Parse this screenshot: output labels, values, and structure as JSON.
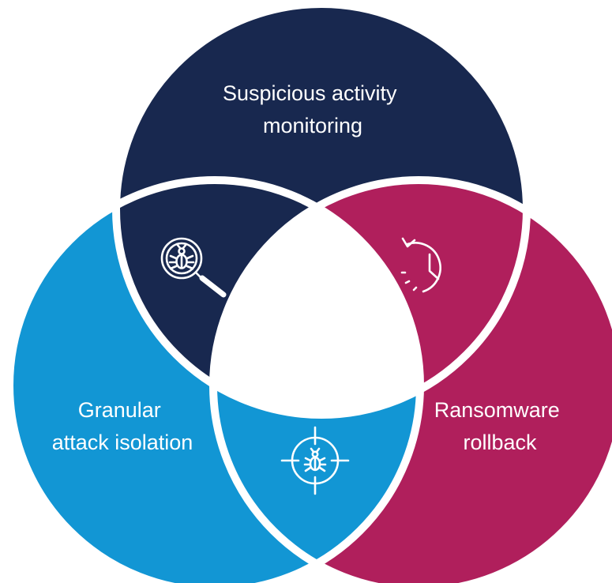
{
  "circles": {
    "top": {
      "label_lines": [
        "Suspicious activity",
        "monitoring"
      ],
      "color": "#18284f"
    },
    "left": {
      "label_lines": [
        "Granular",
        "attack isolation"
      ],
      "color": "#1296d4"
    },
    "right": {
      "label_lines": [
        "Ransomware",
        "rollback"
      ],
      "color": "#b01f5c"
    }
  },
  "center_color": "#ffffff",
  "icons": {
    "top_left_overlap": "bug-search-icon",
    "top_right_overlap": "clock-rollback-icon",
    "bottom_overlap": "bug-target-icon"
  }
}
